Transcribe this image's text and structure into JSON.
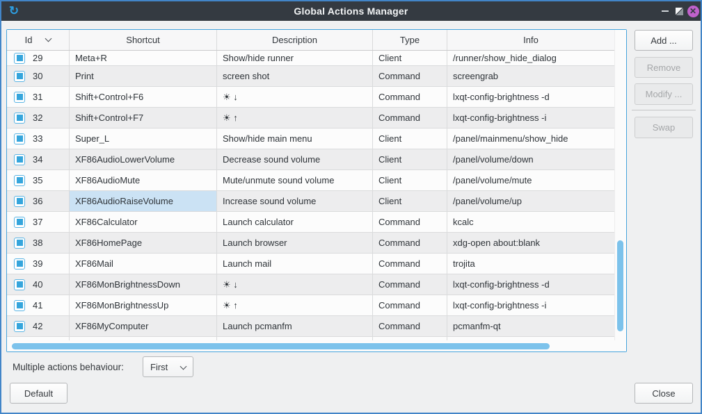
{
  "window": {
    "title": "Global Actions Manager"
  },
  "titlebar": {
    "icon": "window-app-icon",
    "minimize": "–",
    "close_glyph": "✕"
  },
  "table": {
    "columns": {
      "id": "Id",
      "shortcut": "Shortcut",
      "description": "Description",
      "type": "Type",
      "info": "Info"
    },
    "sort_column": "Id",
    "rows": [
      {
        "id": "29",
        "checked": true,
        "shortcut": "Meta+R",
        "description": "Show/hide runner",
        "type": "Client",
        "info": "/runner/show_hide_dialog"
      },
      {
        "id": "30",
        "checked": true,
        "shortcut": "Print",
        "description": "screen shot",
        "type": "Command",
        "info": "screengrab"
      },
      {
        "id": "31",
        "checked": true,
        "shortcut": "Shift+Control+F6",
        "description": "☀ ↓",
        "type": "Command",
        "info": "lxqt-config-brightness -d"
      },
      {
        "id": "32",
        "checked": true,
        "shortcut": "Shift+Control+F7",
        "description": "☀ ↑",
        "type": "Command",
        "info": "lxqt-config-brightness -i"
      },
      {
        "id": "33",
        "checked": true,
        "shortcut": "Super_L",
        "description": "Show/hide main menu",
        "type": "Client",
        "info": "/panel/mainmenu/show_hide"
      },
      {
        "id": "34",
        "checked": true,
        "shortcut": "XF86AudioLowerVolume",
        "description": "Decrease sound volume",
        "type": "Client",
        "info": "/panel/volume/down"
      },
      {
        "id": "35",
        "checked": true,
        "shortcut": "XF86AudioMute",
        "description": "Mute/unmute sound volume",
        "type": "Client",
        "info": "/panel/volume/mute"
      },
      {
        "id": "36",
        "checked": true,
        "shortcut": "XF86AudioRaiseVolume",
        "description": "Increase sound volume",
        "type": "Client",
        "info": "/panel/volume/up",
        "selected_shortcut_cell": true
      },
      {
        "id": "37",
        "checked": true,
        "shortcut": "XF86Calculator",
        "description": "Launch calculator",
        "type": "Command",
        "info": "kcalc"
      },
      {
        "id": "38",
        "checked": true,
        "shortcut": "XF86HomePage",
        "description": "Launch browser",
        "type": "Command",
        "info": "xdg-open about:blank"
      },
      {
        "id": "39",
        "checked": true,
        "shortcut": "XF86Mail",
        "description": "Launch mail",
        "type": "Command",
        "info": "trojita"
      },
      {
        "id": "40",
        "checked": true,
        "shortcut": "XF86MonBrightnessDown",
        "description": "☀ ↓",
        "type": "Command",
        "info": "lxqt-config-brightness -d"
      },
      {
        "id": "41",
        "checked": true,
        "shortcut": "XF86MonBrightnessUp",
        "description": "☀ ↑",
        "type": "Command",
        "info": "lxqt-config-brightness -i"
      },
      {
        "id": "42",
        "checked": true,
        "shortcut": "XF86MyComputer",
        "description": "Launch pcmanfm",
        "type": "Command",
        "info": "pcmanfm-qt"
      }
    ]
  },
  "side_buttons": {
    "add": "Add ...",
    "remove": "Remove",
    "modify": "Modify ...",
    "swap": "Swap"
  },
  "footer": {
    "behaviour_label": "Multiple actions behaviour:",
    "behaviour_value": "First",
    "default_label": "Default",
    "close_label": "Close"
  },
  "colors": {
    "accent_blue": "#35a5dc",
    "scrollbar_blue": "#7cc2eb",
    "window_border": "#4285c8",
    "titlebar_bg": "#343a41",
    "close_button": "#c061cb",
    "selected_cell": "#cbe2f4",
    "row_alt": "#ededee"
  }
}
